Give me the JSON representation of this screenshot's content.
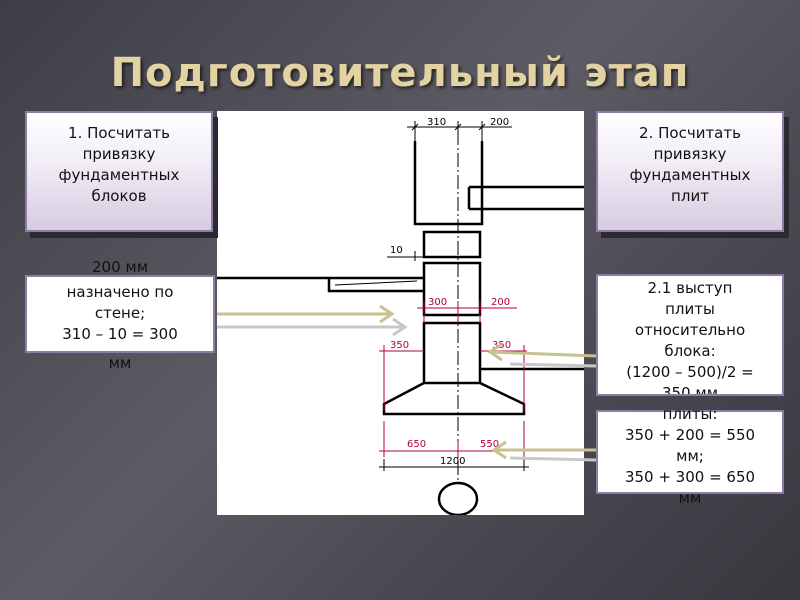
{
  "slide": {
    "title": "Подготовительный этап"
  },
  "boxes": {
    "step1": [
      "1. Посчитать",
      "привязку",
      "фундаментных",
      "блоков"
    ],
    "step2": [
      "2. Посчитать",
      "привязку",
      "фундаментных",
      "плит"
    ],
    "wall_note": [
      "200 мм",
      "назначено по",
      "стене;",
      "310 – 10 = 300",
      "мм"
    ],
    "slab_protrusion": [
      "2.1 выступ",
      "плиты",
      "относительно",
      "блока:",
      "(1200 – 500)/2 =",
      "350 мм"
    ],
    "slab_binding": [
      "плиты:",
      "350 + 200 = 550",
      "мм;",
      "350 + 300 = 650",
      "мм"
    ]
  },
  "drawing": {
    "dim_top_left": "310",
    "dim_top_right": "200",
    "dim_offset": "10",
    "dim_block_left": "300",
    "dim_block_right": "200",
    "dim_protrusion_left": "350",
    "dim_protrusion_right": "350",
    "dim_slab_left": "650",
    "dim_slab_right": "550",
    "dim_slab_total": "1200"
  },
  "colors": {
    "title": "#e3d3a2",
    "dimension_red": "#b0003c",
    "box_border": "#8e7ca6",
    "arrow_olive": "#c8c290",
    "arrow_grey": "#c8c8c8"
  }
}
